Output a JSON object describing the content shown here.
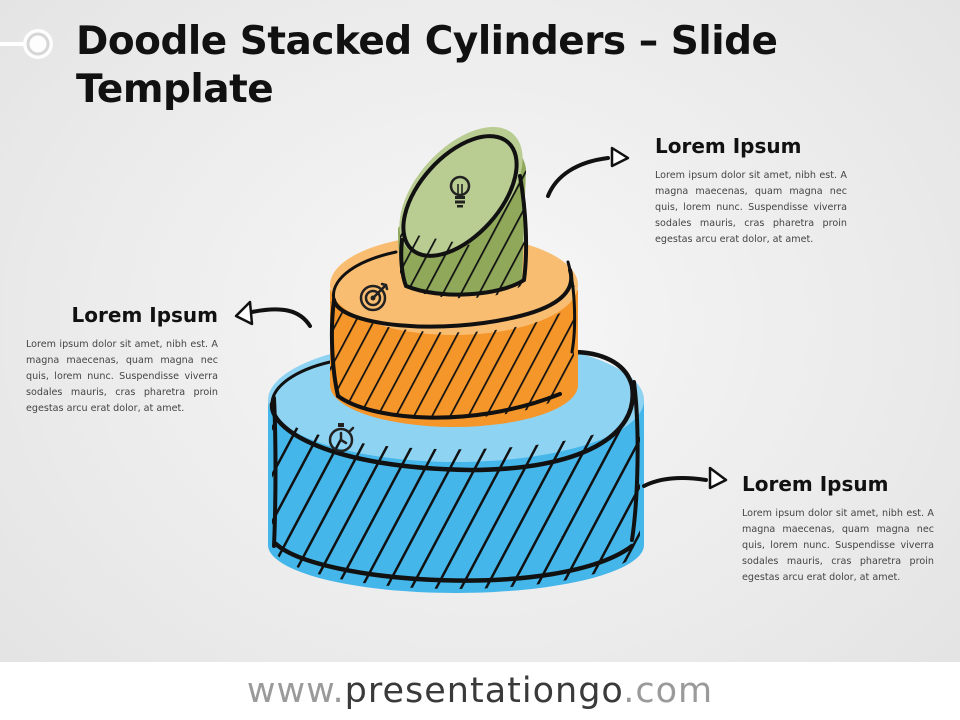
{
  "title": "Doodle Stacked Cylinders – Slide Template",
  "sections": [
    {
      "heading": "Lorem Ipsum",
      "body": "Lorem ipsum dolor sit amet, nibh est. A magna maecenas, quam magna nec quis, lorem nunc. Suspendisse viverra sodales mauris, cras pharetra proin egestas arcu erat dolor, at amet.",
      "icon": "lightbulb-icon",
      "color": "#8fa85a"
    },
    {
      "heading": "Lorem Ipsum",
      "body": "Lorem ipsum dolor sit amet, nibh est. A magna maecenas, quam magna nec quis, lorem nunc. Suspendisse viverra sodales mauris, cras pharetra proin egestas arcu erat dolor, at amet.",
      "icon": "target-icon",
      "color": "#f5962a"
    },
    {
      "heading": "Lorem Ipsum",
      "body": "Lorem ipsum dolor sit amet, nibh est. A magna maecenas, quam magna nec quis, lorem nunc. Suspendisse viverra sodales mauris, cras pharetra proin egestas arcu erat dolor, at amet.",
      "icon": "stopwatch-icon",
      "color": "#45b6ea"
    }
  ],
  "footer": {
    "prefix": "www.",
    "brand": "presentationgo",
    "suffix": ".com"
  }
}
